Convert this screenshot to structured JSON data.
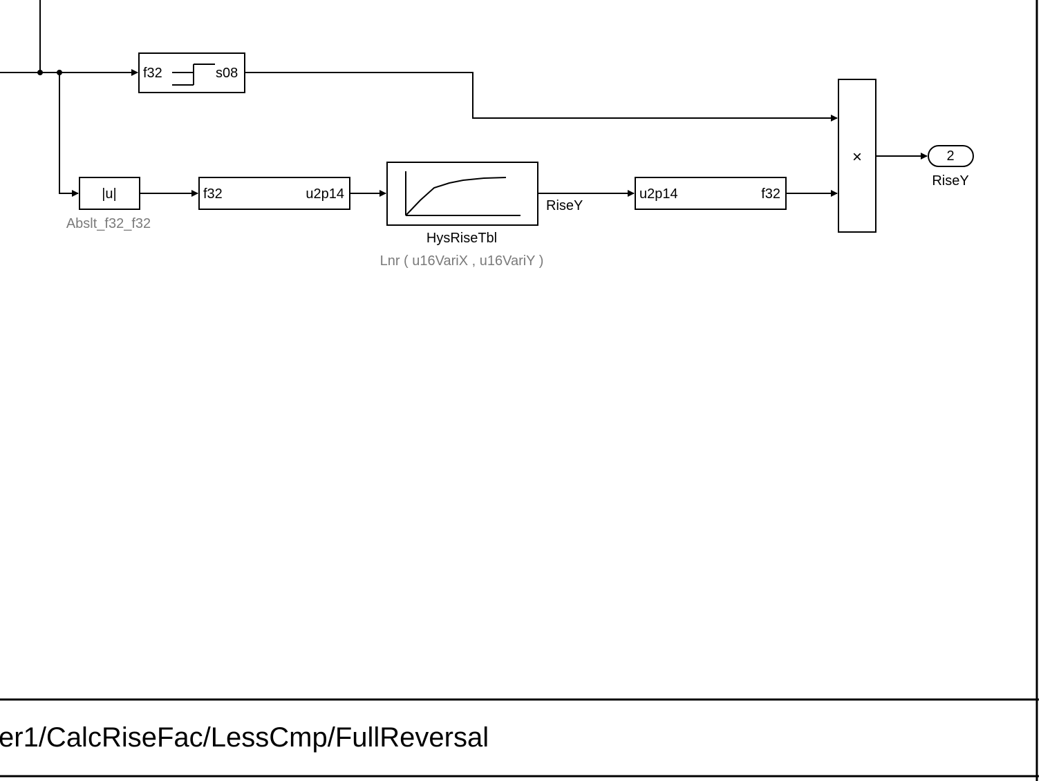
{
  "blocks": {
    "convert_s08": {
      "in_type": "f32",
      "out_type": "s08"
    },
    "abs": {
      "symbol": "|u|",
      "name": "Abslt_f32_f32"
    },
    "convert_u2p14": {
      "in_type": "f32",
      "out_type": "u2p14"
    },
    "lookup": {
      "name": "HysRiseTbl",
      "params": "Lnr ( u16VariX , u16VariY )"
    },
    "lookup_signal": "RiseY",
    "convert_f32": {
      "in_type": "u2p14",
      "out_type": "f32"
    },
    "product": {
      "symbol": "×"
    },
    "outport": {
      "number": "2",
      "name": "RiseY"
    }
  },
  "footer": {
    "path": "er1/CalcRiseFac/LessCmp/FullReversal"
  }
}
